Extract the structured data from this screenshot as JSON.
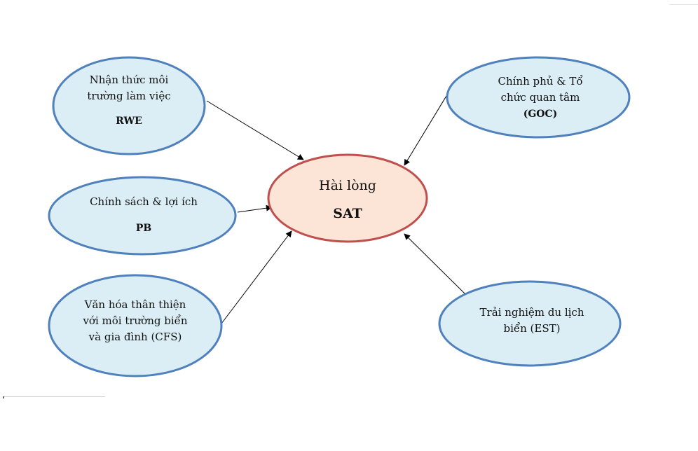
{
  "diagram": {
    "center": {
      "label": "Hài lòng",
      "code": "SAT",
      "fill": "#fce4d6",
      "stroke": "#c0504d"
    },
    "node_style": {
      "fill": "#dbeef5",
      "stroke": "#4f81bd"
    },
    "nodes": [
      {
        "id": "rwe",
        "lines": [
          "Nhận thức môi",
          "trường làm việc"
        ],
        "code": "RWE"
      },
      {
        "id": "pb",
        "lines": [
          "Chính sách & lợi ích"
        ],
        "code": "PB"
      },
      {
        "id": "cfs",
        "lines": [
          "Văn hóa thân thiện",
          "với môi trường biển",
          "và gia đình (CFS)"
        ],
        "code": ""
      },
      {
        "id": "goc",
        "lines": [
          "Chính phủ & Tổ",
          "chức quan tâm"
        ],
        "code": "(GOC)"
      },
      {
        "id": "est",
        "lines": [
          "Trải nghiệm du lịch",
          "biển (EST)"
        ],
        "code": ""
      }
    ],
    "edges": [
      {
        "from": "rwe",
        "to": "center"
      },
      {
        "from": "pb",
        "to": "center"
      },
      {
        "from": "cfs",
        "to": "center"
      },
      {
        "from": "goc",
        "to": "center"
      },
      {
        "from": "est",
        "to": "center"
      }
    ]
  }
}
